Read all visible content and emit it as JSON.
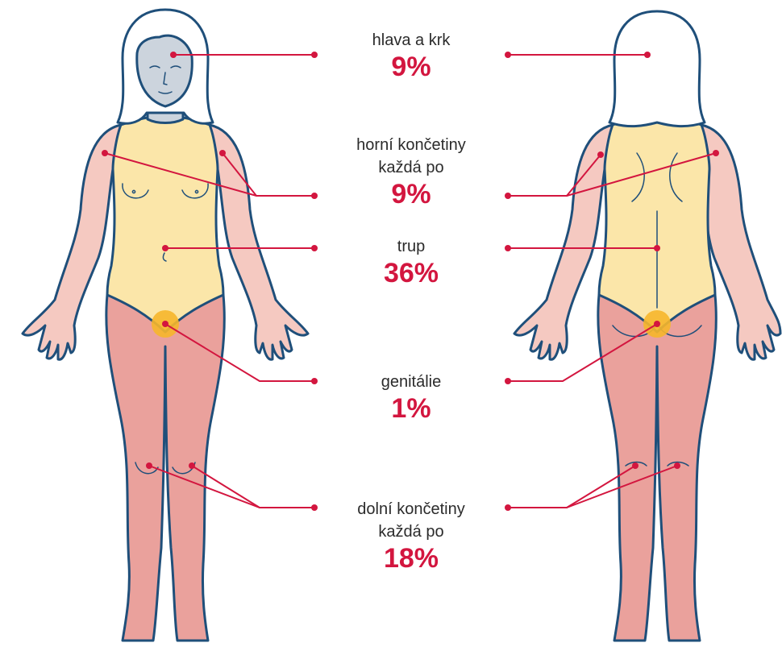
{
  "colors": {
    "outline": "#1f4f7a",
    "skin_trunk": "#fbe6a9",
    "skin_arm": "#f5c9c1",
    "skin_leg": "#eaa19c",
    "head_face": "#ccd4dd",
    "hair": "#ffffff",
    "genital_marker": "#f6b62b",
    "leader_line": "#d3163f",
    "percent_text": "#d3163f",
    "label_text": "#2b2b2b"
  },
  "regions": [
    {
      "id": "head-neck",
      "name_lines": [
        "hlava a krk"
      ],
      "percent": "9%"
    },
    {
      "id": "upper-limbs",
      "name_lines": [
        "horní končetiny",
        "každá po"
      ],
      "percent": "9%"
    },
    {
      "id": "trunk",
      "name_lines": [
        "trup"
      ],
      "percent": "36%"
    },
    {
      "id": "genitals",
      "name_lines": [
        "genitálie"
      ],
      "percent": "1%"
    },
    {
      "id": "lower-limbs",
      "name_lines": [
        "dolní končetiny",
        "každá po"
      ],
      "percent": "18%"
    }
  ]
}
